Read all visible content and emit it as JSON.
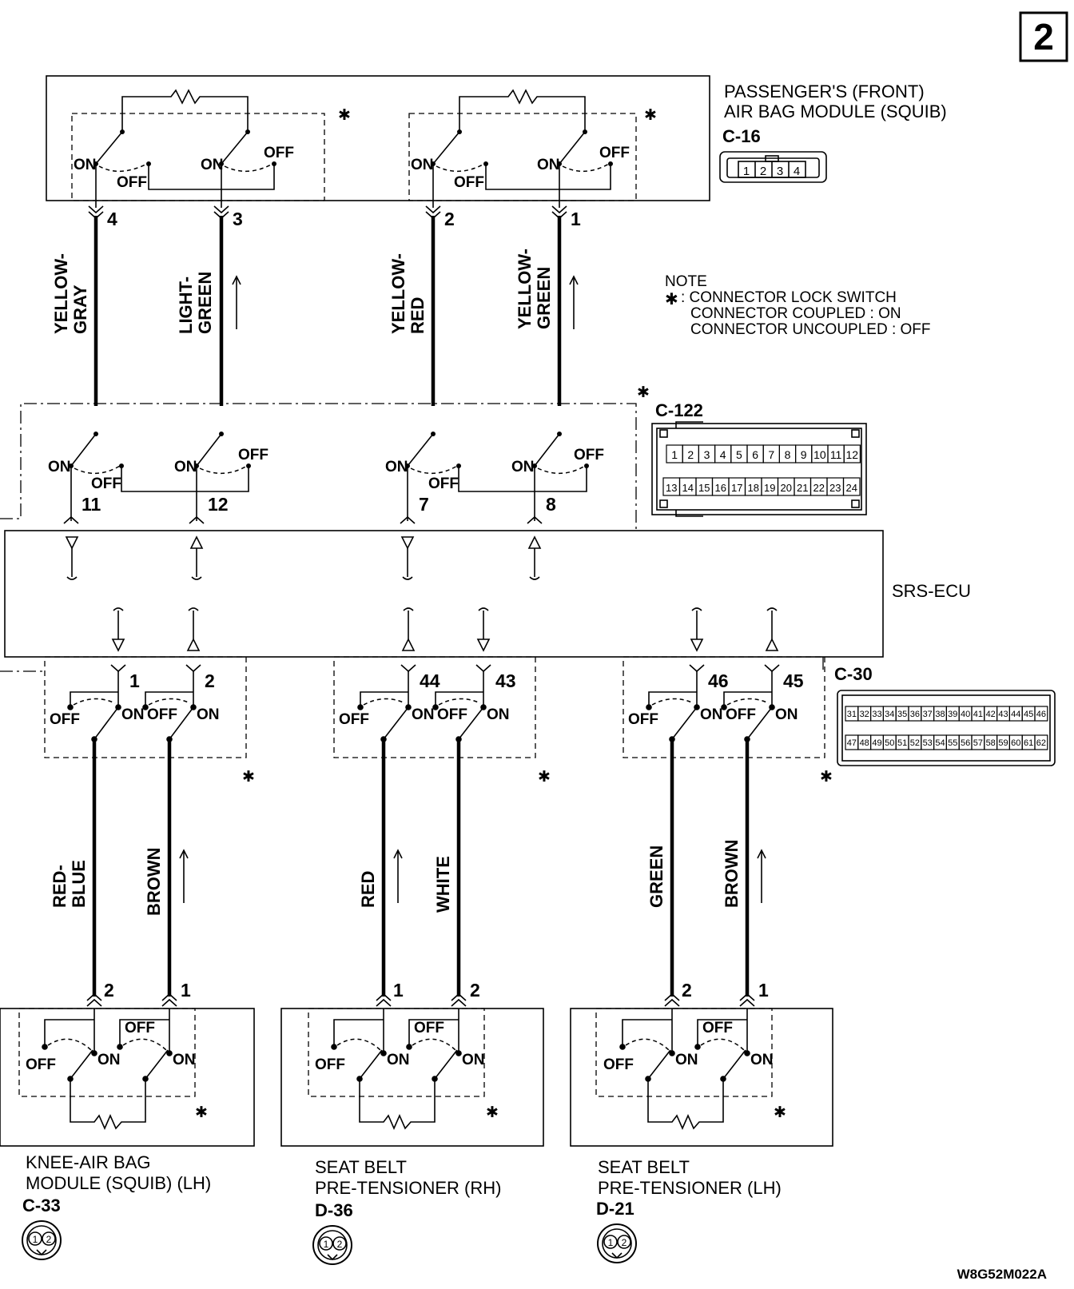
{
  "page_number": "2",
  "drawing_code": "W8G52M022A",
  "note": {
    "title": "NOTE",
    "star": "✱",
    "line1": ": CONNECTOR LOCK SWITCH",
    "line2": "CONNECTOR COUPLED : ON",
    "line3": "CONNECTOR UNCOUPLED : OFF"
  },
  "switch_labels": {
    "on": "ON",
    "off": "OFF",
    "star": "✱"
  },
  "passenger_module": {
    "title_line1": "PASSENGER'S (FRONT)",
    "title_line2": "AIR BAG MODULE (SQUIB)",
    "connector": "C-16",
    "pins": [
      "1",
      "2",
      "3",
      "4"
    ]
  },
  "srs_ecu": {
    "label": "SRS-ECU",
    "connector_top": "C-122",
    "connector_top_row1": [
      "1",
      "2",
      "3",
      "4",
      "5",
      "6",
      "7",
      "8",
      "9",
      "10",
      "11",
      "12"
    ],
    "connector_top_row2": [
      "13",
      "14",
      "15",
      "16",
      "17",
      "18",
      "19",
      "20",
      "21",
      "22",
      "23",
      "24"
    ],
    "connector_bottom": "C-30",
    "connector_bottom_row1": [
      "31",
      "32",
      "33",
      "34",
      "35",
      "36",
      "37",
      "38",
      "39",
      "40",
      "41",
      "42",
      "43",
      "44",
      "45",
      "46"
    ],
    "connector_bottom_row2": [
      "47",
      "48",
      "49",
      "50",
      "51",
      "52",
      "53",
      "54",
      "55",
      "56",
      "57",
      "58",
      "59",
      "60",
      "61",
      "62"
    ]
  },
  "top_wires": [
    {
      "module_pin": "4",
      "ecu_pin": "11",
      "color_line1": "YELLOW-",
      "color_line2": "GRAY"
    },
    {
      "module_pin": "3",
      "ecu_pin": "12",
      "color_line1": "LIGHT-",
      "color_line2": "GREEN"
    },
    {
      "module_pin": "2",
      "ecu_pin": "7",
      "color_line1": "YELLOW-",
      "color_line2": "RED"
    },
    {
      "module_pin": "1",
      "ecu_pin": "8",
      "color_line1": "YELLOW-",
      "color_line2": "GREEN"
    }
  ],
  "bottom_wires": [
    {
      "ecu_pin": "1",
      "device_pin": "2",
      "color_line1": "RED-",
      "color_line2": "BLUE"
    },
    {
      "ecu_pin": "2",
      "device_pin": "1",
      "color_line1": "BROWN",
      "color_line2": ""
    },
    {
      "ecu_pin": "44",
      "device_pin": "1",
      "color_line1": "RED",
      "color_line2": ""
    },
    {
      "ecu_pin": "43",
      "device_pin": "2",
      "color_line1": "WHITE",
      "color_line2": ""
    },
    {
      "ecu_pin": "46",
      "device_pin": "2",
      "color_line1": "GREEN",
      "color_line2": ""
    },
    {
      "ecu_pin": "45",
      "device_pin": "1",
      "color_line1": "BROWN",
      "color_line2": ""
    }
  ],
  "bottom_devices": [
    {
      "title_line1": "KNEE-AIR BAG",
      "title_line2": "MODULE (SQUIB) (LH)",
      "connector": "C-33"
    },
    {
      "title_line1": "SEAT BELT",
      "title_line2": "PRE-TENSIONER (RH)",
      "connector": "D-36"
    },
    {
      "title_line1": "SEAT BELT",
      "title_line2": "PRE-TENSIONER (LH)",
      "connector": "D-21"
    }
  ]
}
